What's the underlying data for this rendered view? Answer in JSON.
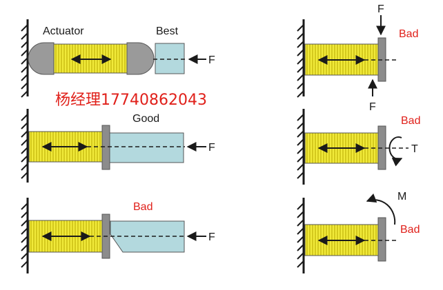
{
  "labels": {
    "actuator": "Actuator",
    "best": "Best",
    "good": "Good",
    "bad": "Bad",
    "force": "F",
    "torque": "T",
    "moment": "M"
  },
  "watermark": "杨经理17740862043",
  "colors": {
    "actuator_fill": "#f1ea3a",
    "actuator_stripe": "#b8a800",
    "end_cap": "#9a9a9a",
    "plate": "#8c8c8c",
    "load": "#b3d9de",
    "bad_text": "#e0201a",
    "line": "#1a1a1a"
  }
}
